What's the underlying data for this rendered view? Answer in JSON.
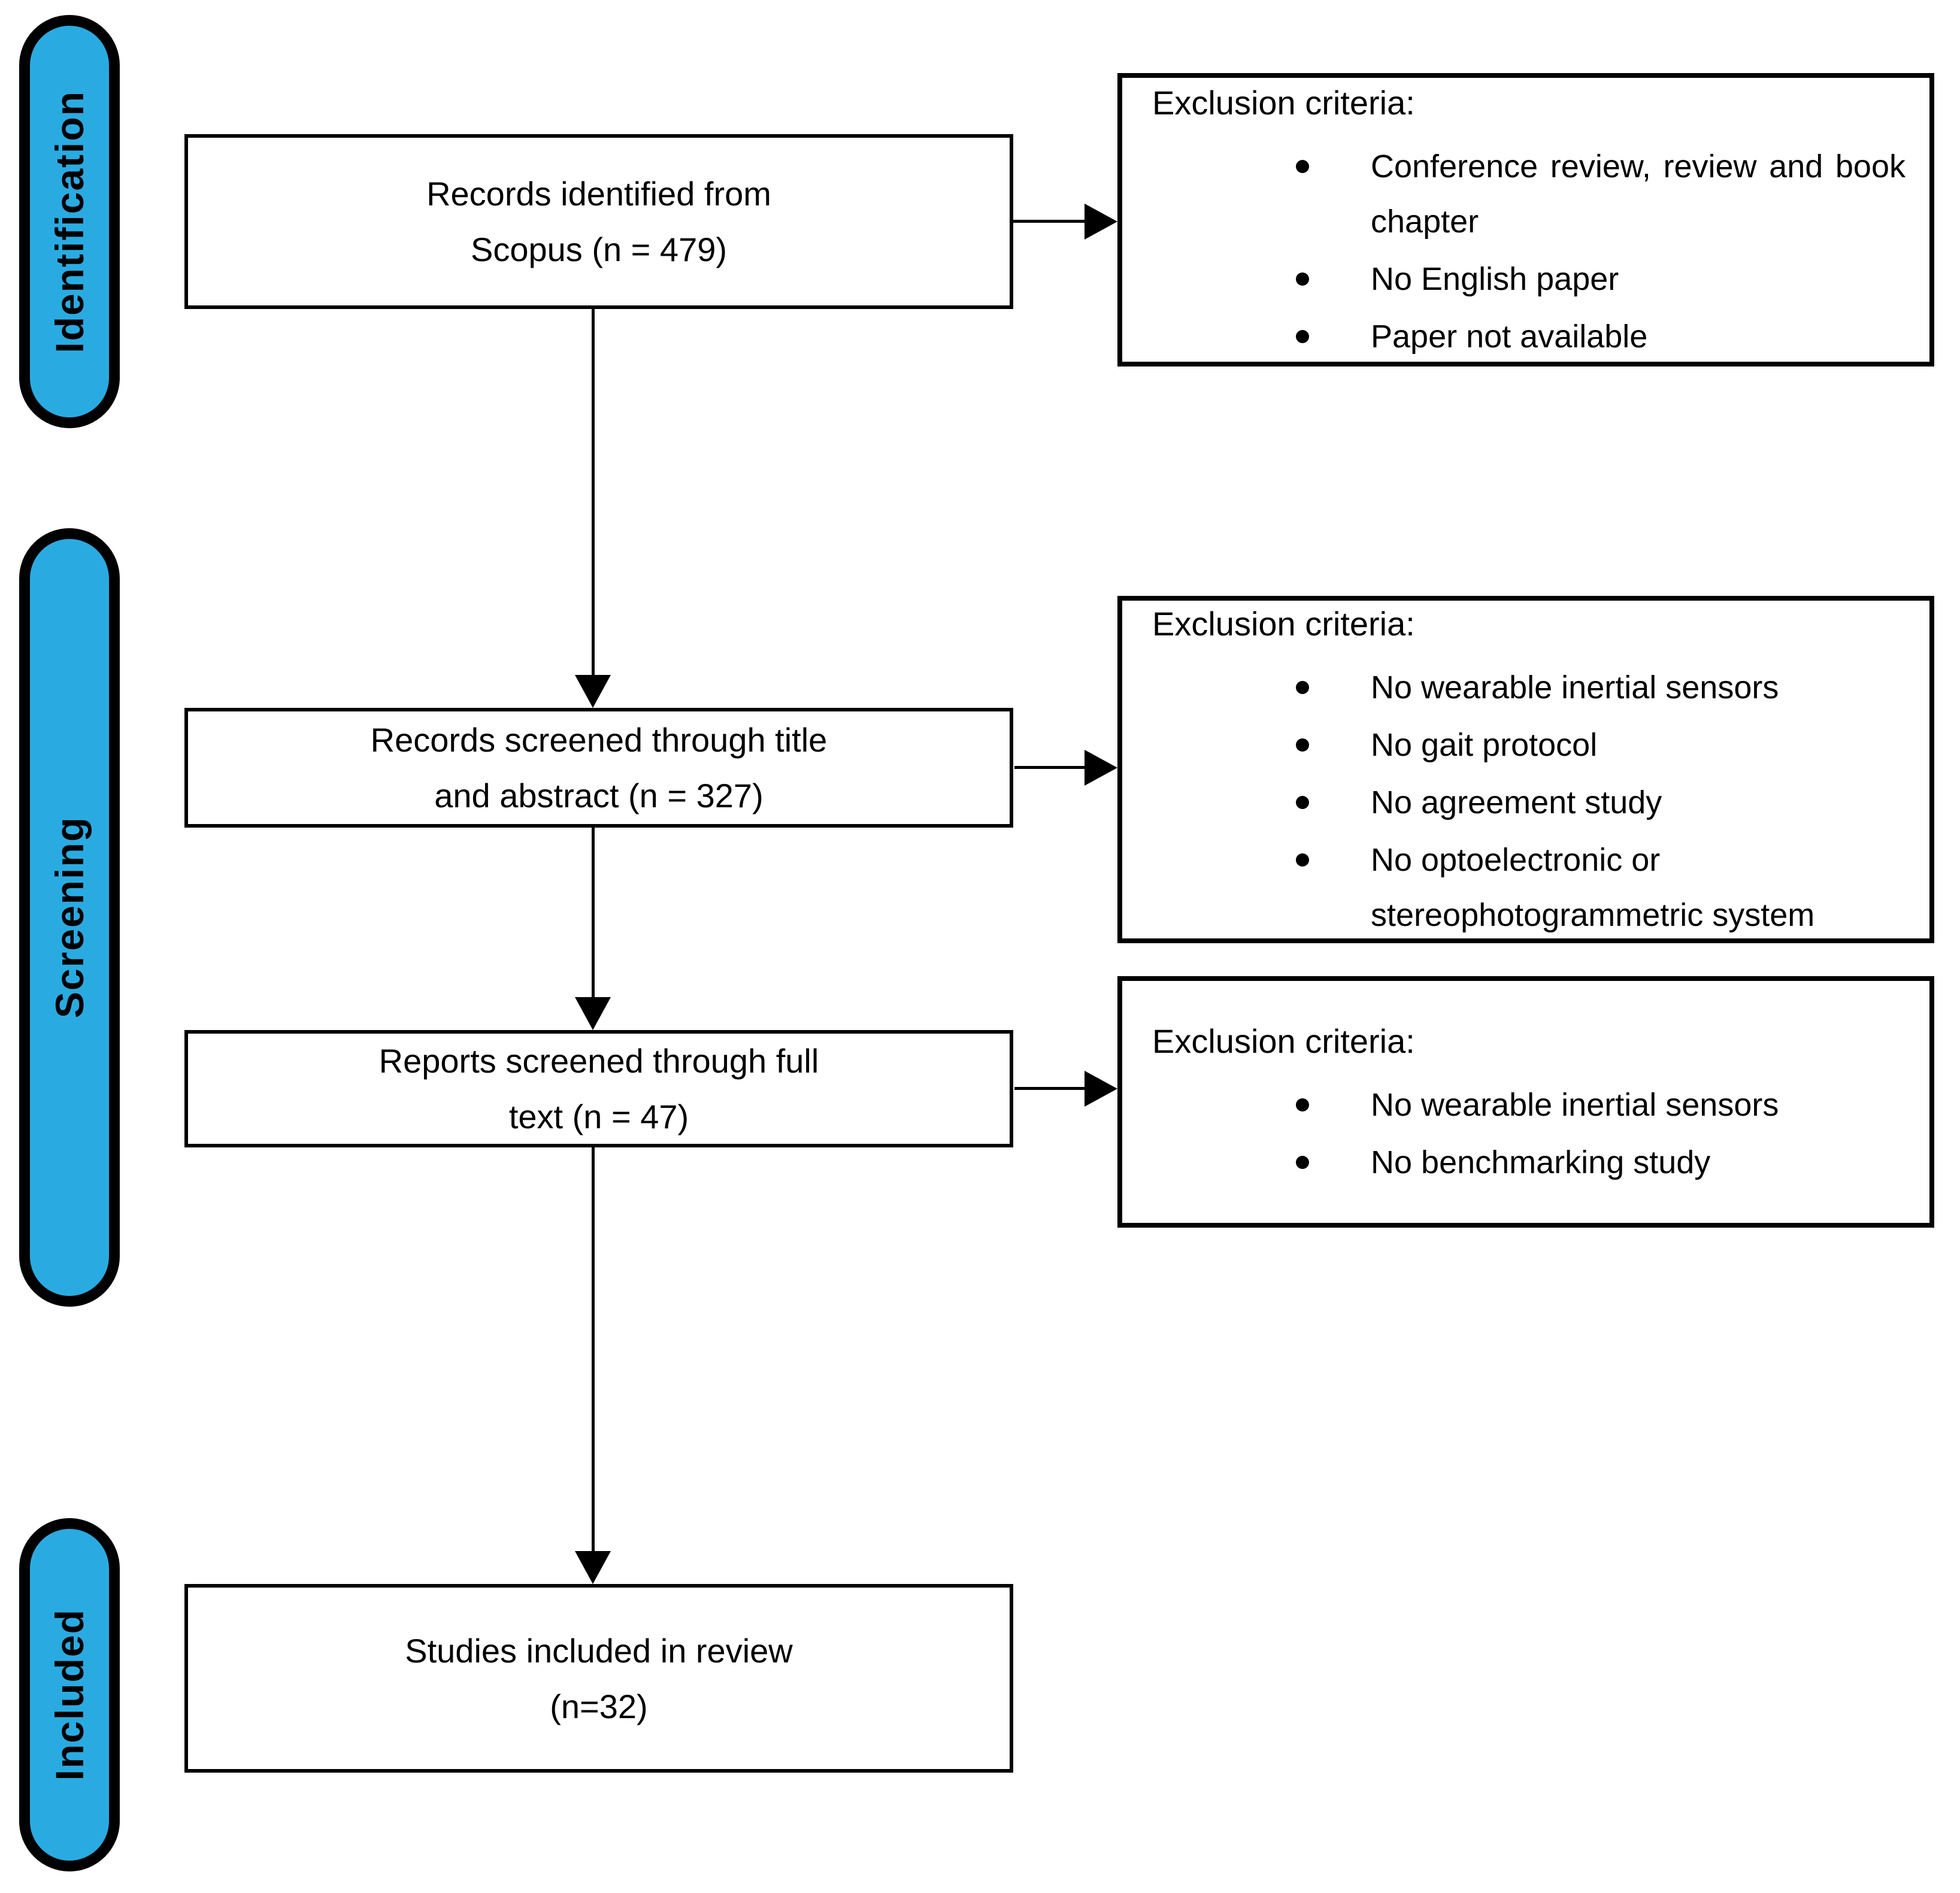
{
  "stages": [
    {
      "label": "Identification"
    },
    {
      "label": "Screening"
    },
    {
      "label": "Included"
    }
  ],
  "flow_boxes": [
    {
      "lines": [
        "Records identified from",
        "Scopus (n = 479)"
      ]
    },
    {
      "lines": [
        "Records screened through title",
        "and abstract (n = 327)"
      ]
    },
    {
      "lines": [
        "Reports screened through full",
        "text (n = 47)"
      ]
    },
    {
      "lines": [
        "Studies included in review",
        "(n=32)"
      ]
    }
  ],
  "exclusion_boxes": [
    {
      "heading": "Exclusion criteria:",
      "bullets": [
        "Conference review, review and book chapter",
        "No English paper",
        "Paper not available"
      ]
    },
    {
      "heading": "Exclusion criteria:",
      "bullets": [
        "No wearable inertial sensors",
        "No gait protocol",
        "No agreement study",
        "No optoelectronic or stereophotogrammetric system"
      ]
    },
    {
      "heading": "Exclusion criteria:",
      "bullets": [
        "No wearable inertial sensors",
        "No benchmarking study"
      ]
    }
  ],
  "colors": {
    "stage_fill": "#29ABE2",
    "outline": "#000000",
    "box_background": "#FFFFFF"
  }
}
